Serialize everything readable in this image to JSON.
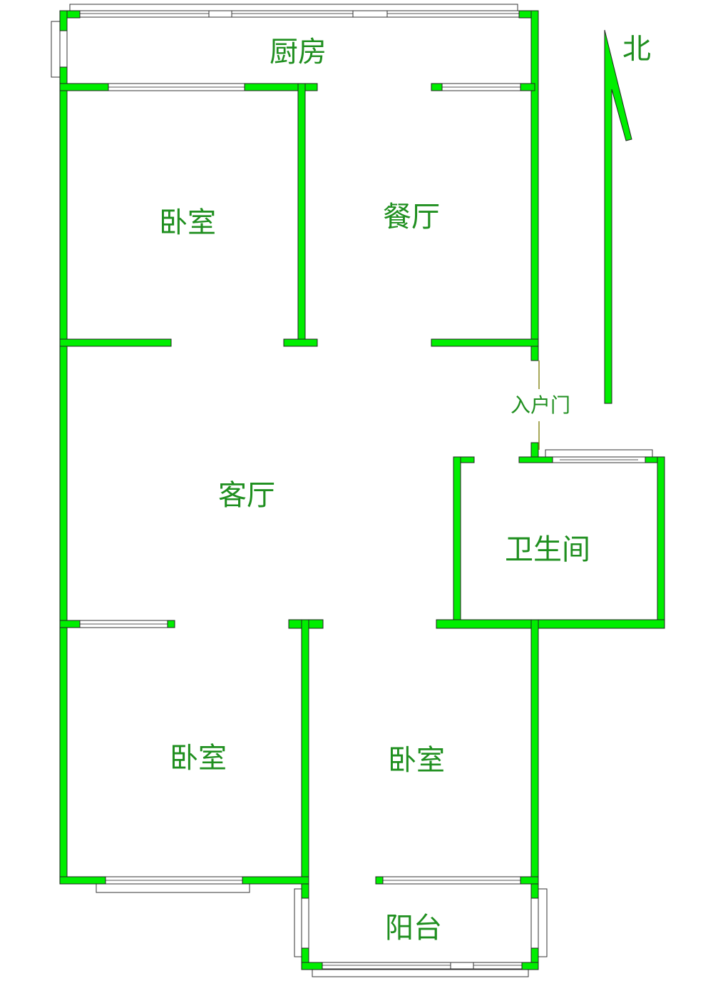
{
  "title": "Floor plan",
  "colors": {
    "wall": "#00ee00",
    "label": "#1f8f1f"
  },
  "rooms": {
    "kitchen": "厨房",
    "bedroom_top_left": "卧室",
    "dining": "餐厅",
    "living": "客厅",
    "entrance": "入户门",
    "bathroom": "卫生间",
    "bedroom_bottom_left": "卧室",
    "bedroom_bottom_right": "卧室",
    "balcony": "阳台"
  },
  "compass": {
    "north_label": "北"
  }
}
